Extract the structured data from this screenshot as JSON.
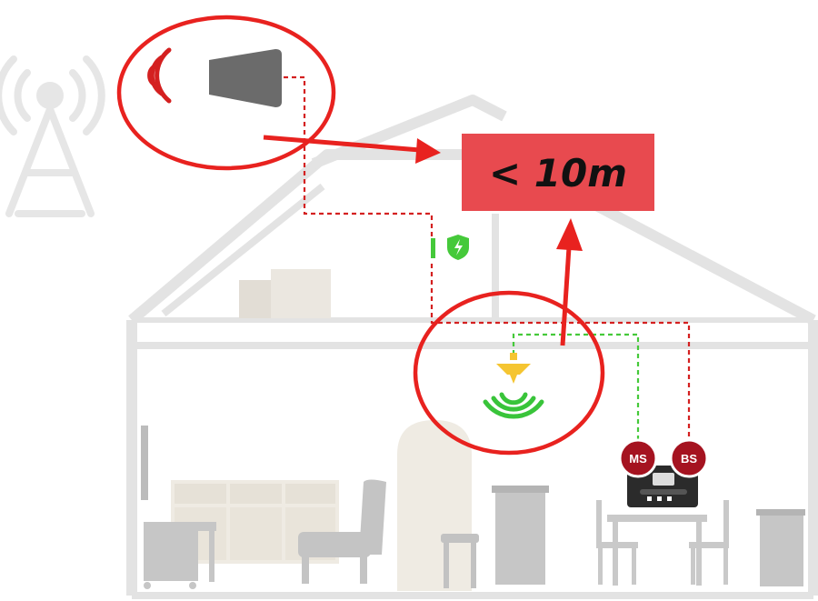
{
  "distance_label": "< 10m",
  "badges": {
    "mobile_station": "MS",
    "base_station": "BS"
  },
  "colors": {
    "highlight_red": "#e8221f",
    "label_box": "#e84a4f",
    "cable_red": "#d42020",
    "cable_green": "#45c93a",
    "signal_green": "#39c43a",
    "antenna_yellow": "#f5c531",
    "badge_maroon": "#a51320",
    "house_gray": "#e3e3e3",
    "furniture_gray": "#c9c9c9",
    "cabinet_beige": "#efebe3",
    "outdoor_antenna_gray": "#6b6b6b"
  },
  "icons": {
    "cell_tower": "cell-tower-icon",
    "outdoor_antenna": "panel-antenna-icon",
    "surge_protector": "lightning-shield-icon",
    "indoor_antenna": "ceiling-antenna-icon",
    "booster": "signal-booster-icon"
  }
}
